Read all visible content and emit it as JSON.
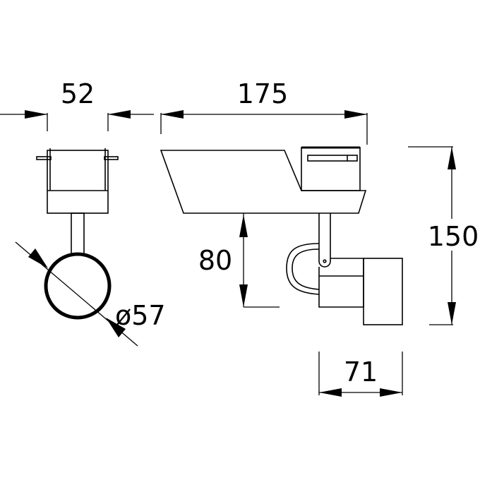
{
  "title": "Track spotlight dimension drawing",
  "dimensions": {
    "width_front": "52",
    "length_side": "175",
    "height_total": "150",
    "arm_drop": "80",
    "head_depth": "71",
    "diameter": "ø57"
  },
  "colors": {
    "line": "#000000",
    "background": "#ffffff"
  }
}
